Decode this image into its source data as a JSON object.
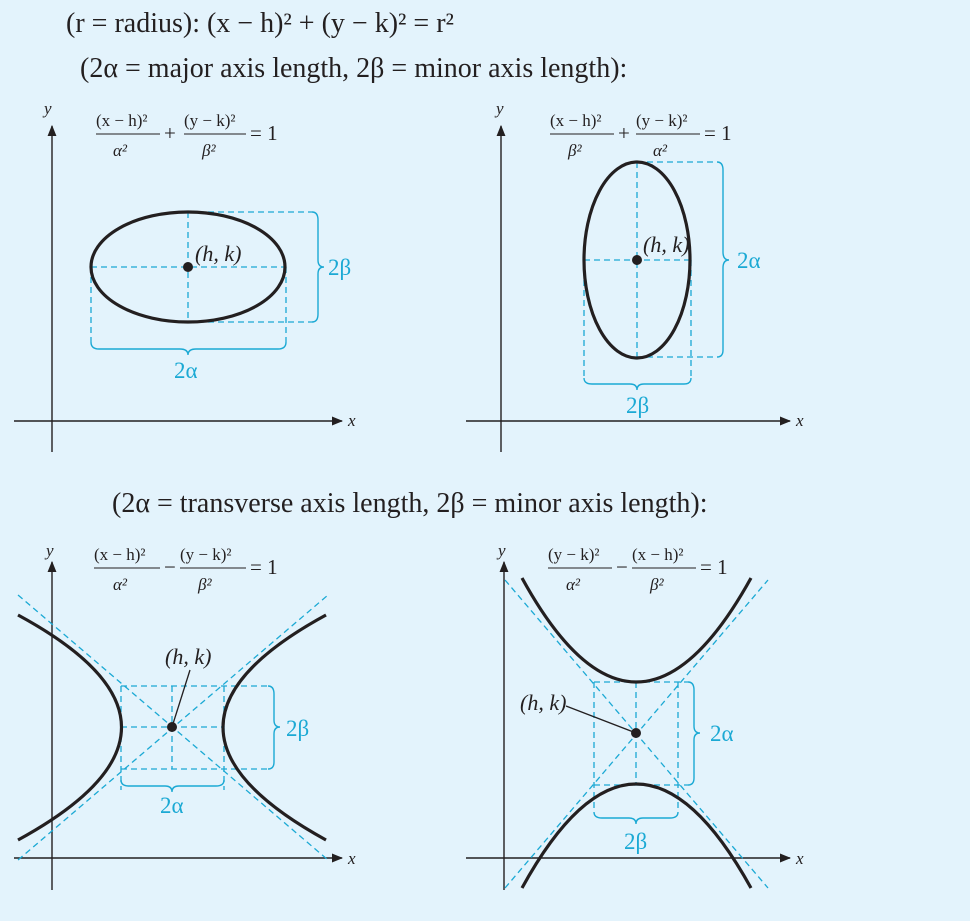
{
  "lines": {
    "circle": "(r = radius): (x − h)² + (y − k)² = r²",
    "ellipse": "(2α = major axis length, 2β = minor axis length):",
    "hyperbola": "(2α = transverse axis length, 2β = minor axis length):"
  },
  "common": {
    "x_axis": "x",
    "y_axis": "y",
    "center": "(h, k)",
    "two_alpha": "2α",
    "two_beta": "2β",
    "plus": "+",
    "minus": "−",
    "equals_one": "= 1",
    "xh_sq": "(x − h)²",
    "yk_sq": "(y − k)²",
    "alpha_sq": "α²",
    "beta_sq": "β²"
  },
  "colors": {
    "background": "#e3f3fc",
    "accent": "#1ba9d4",
    "ink": "#231f20"
  }
}
